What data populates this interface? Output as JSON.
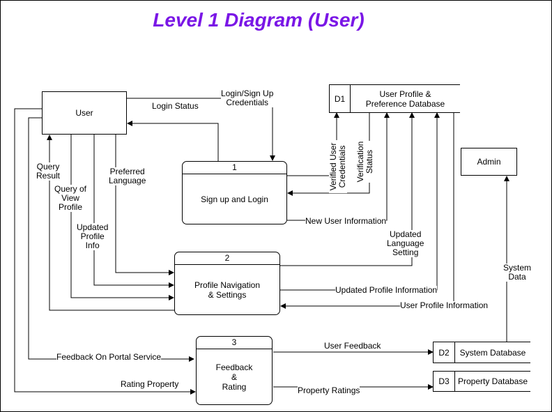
{
  "title": "Level 1 Diagram (User)",
  "entities": {
    "user": "User",
    "admin": "Admin"
  },
  "processes": [
    {
      "num": "1",
      "name": "Sign up and Login"
    },
    {
      "num": "2",
      "name": "Profile Navigation\n& Settings"
    },
    {
      "num": "3",
      "name": "Feedback\n&\nRating"
    }
  ],
  "stores": [
    {
      "id": "D1",
      "name": "User Profile &\nPreference Database"
    },
    {
      "id": "D2",
      "name": "System Database"
    },
    {
      "id": "D3",
      "name": "Property Database"
    }
  ],
  "flows": {
    "login_signup_credentials": "Login/Sign Up\nCredentials",
    "login_status": "Login Status",
    "verified_user_credentials": "Verified User\nCredentials",
    "verification_status": "Verification\nStatus",
    "new_user_information": "New User Information",
    "query_result": "Query\nResult",
    "query_of_view_profile": "Query of\nView\nProfile",
    "preferred_language": "Preferred\nLanguage",
    "updated_profile_info": "Updated\nProfile\nInfo",
    "updated_language_setting": "Updated\nLanguage\nSetting",
    "updated_profile_information": "Updated Profile Information",
    "user_profile_information": "User Profile Information",
    "system_data": "System\nData",
    "feedback_on_portal_service": "Feedback On Portal Service",
    "user_feedback": "User Feedback",
    "rating_property": "Rating Property",
    "property_ratings": "Property Ratings"
  }
}
